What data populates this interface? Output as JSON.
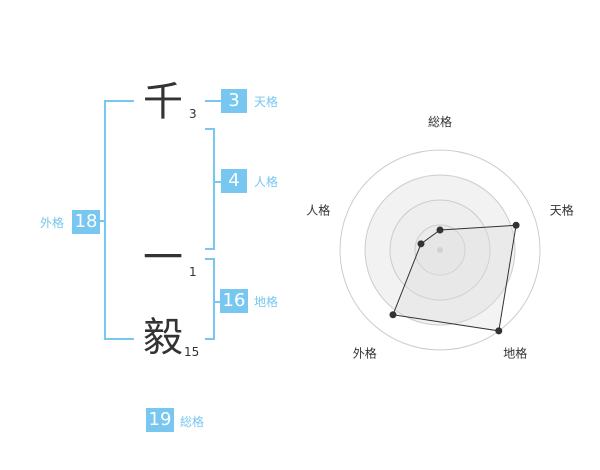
{
  "characters": [
    {
      "char": "千",
      "strokes": "3"
    },
    {
      "char": "一",
      "strokes": "1"
    },
    {
      "char": "毅",
      "strokes": "15"
    }
  ],
  "kakusu": {
    "tenkaku": {
      "value": "3",
      "label": "天格"
    },
    "jinkaku": {
      "value": "4",
      "label": "人格"
    },
    "chikaku": {
      "value": "16",
      "label": "地格"
    },
    "gaikaku": {
      "value": "18",
      "label": "外格"
    },
    "soukaku": {
      "value": "19",
      "label": "総格"
    }
  },
  "chart_data": {
    "type": "radar",
    "axes": [
      "総格",
      "天格",
      "地格",
      "外格",
      "人格"
    ],
    "values": [
      1,
      4,
      5,
      4,
      1
    ],
    "max": 5,
    "rings": 4
  },
  "colors": {
    "accent": "#77c7f0",
    "text": "#333333",
    "grid": "#cccccc"
  }
}
